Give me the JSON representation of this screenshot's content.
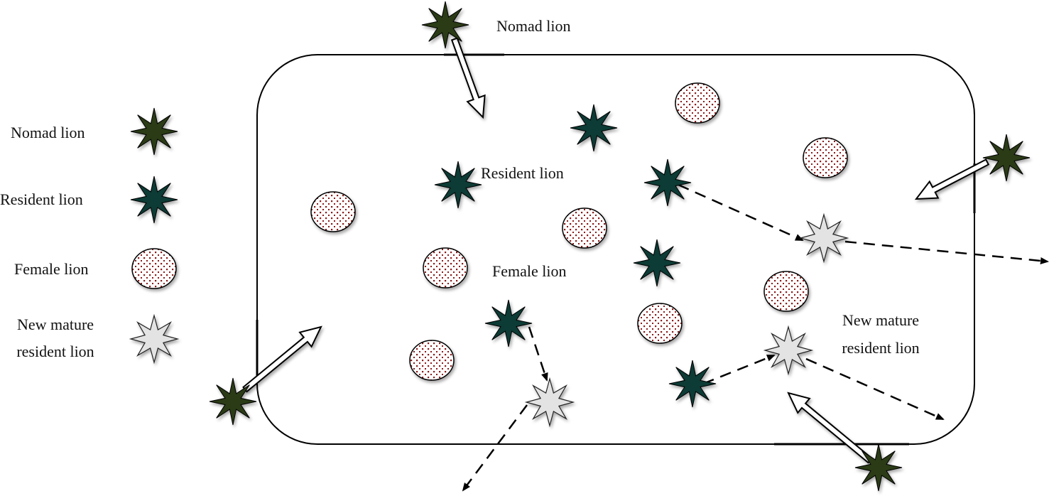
{
  "legend": {
    "items": [
      {
        "label": "Nomad lion",
        "icon": "nomad-lion-icon"
      },
      {
        "label": "Resident lion",
        "icon": "resident-lion-icon"
      },
      {
        "label": "Female lion",
        "icon": "female-lion-icon"
      },
      {
        "label_line1": "New mature",
        "label_line2": "resident lion",
        "icon": "new-mature-resident-lion-icon"
      }
    ]
  },
  "diagram": {
    "labels": {
      "nomad": "Nomad lion",
      "resident": "Resident lion",
      "female": "Female lion",
      "new_mature_line1": "New mature",
      "new_mature_line2": "resident lion"
    }
  },
  "colors": {
    "nomad": "#2c3a16",
    "resident": "#0d3a36",
    "female_dot": "#8b1a1a",
    "new_mature": "#e3e3e3",
    "stroke": "#000000"
  }
}
